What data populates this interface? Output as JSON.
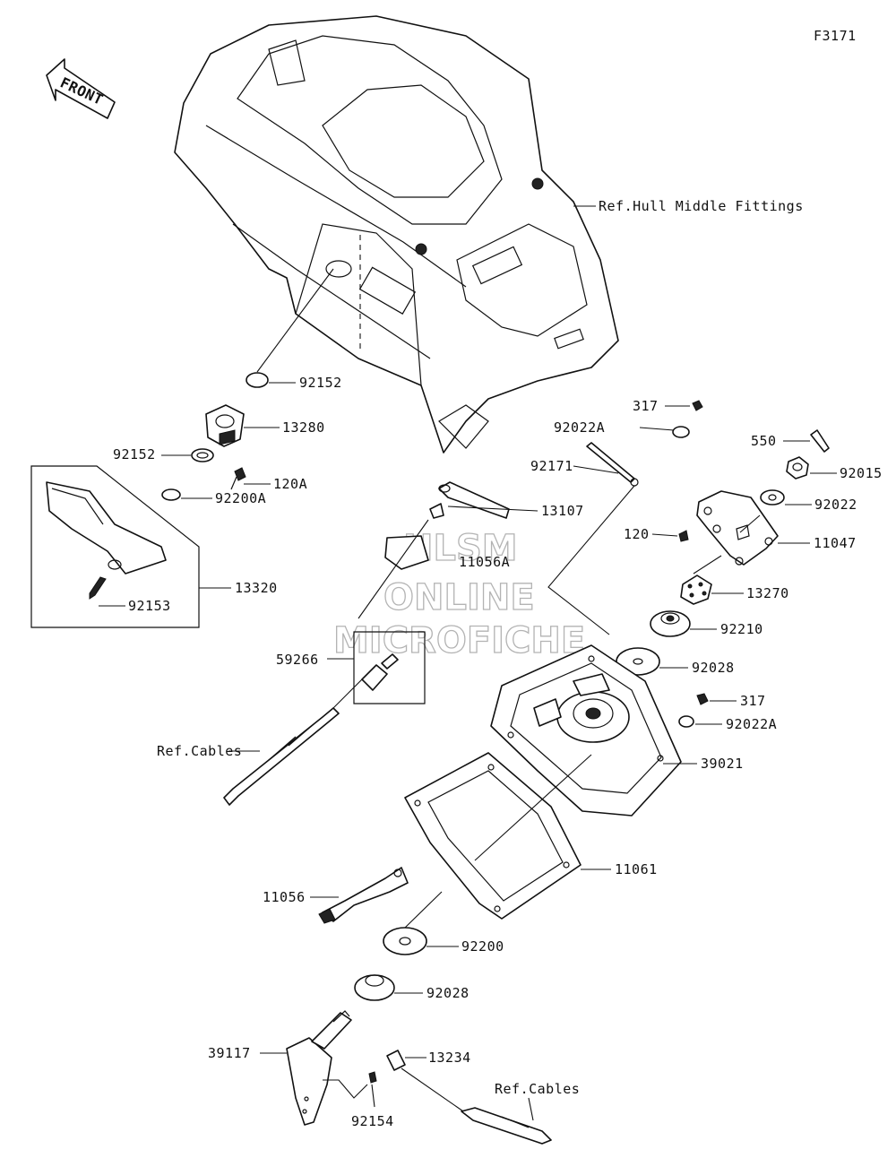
{
  "figure_code": "F3171",
  "front_arrow_label": "FRONT",
  "ref_labels": {
    "hull": "Ref.Hull Middle Fittings",
    "cables_upper": "Ref.Cables",
    "cables_lower": "Ref.Cables"
  },
  "watermark": {
    "line1": "HLSM",
    "line2": "ONLINE",
    "line3": "MICROFICHE"
  },
  "parts": [
    {
      "id": "p92152a",
      "label": "92152"
    },
    {
      "id": "p13280",
      "label": "13280"
    },
    {
      "id": "p92152b",
      "label": "92152"
    },
    {
      "id": "p120A",
      "label": "120A"
    },
    {
      "id": "p92200A",
      "label": "92200A"
    },
    {
      "id": "p13320",
      "label": "13320"
    },
    {
      "id": "p92153",
      "label": "92153"
    },
    {
      "id": "p13107",
      "label": "13107"
    },
    {
      "id": "p11056A",
      "label": "11056A"
    },
    {
      "id": "p59266",
      "label": "59266"
    },
    {
      "id": "p317a",
      "label": "317"
    },
    {
      "id": "p92022Aa",
      "label": "92022A"
    },
    {
      "id": "p92171",
      "label": "92171"
    },
    {
      "id": "p550",
      "label": "550"
    },
    {
      "id": "p92015",
      "label": "92015"
    },
    {
      "id": "p92022",
      "label": "92022"
    },
    {
      "id": "p120",
      "label": "120"
    },
    {
      "id": "p11047",
      "label": "11047"
    },
    {
      "id": "p13270",
      "label": "13270"
    },
    {
      "id": "p92210",
      "label": "92210"
    },
    {
      "id": "p92028a",
      "label": "92028"
    },
    {
      "id": "p317b",
      "label": "317"
    },
    {
      "id": "p92022Ab",
      "label": "92022A"
    },
    {
      "id": "p39021",
      "label": "39021"
    },
    {
      "id": "p11061",
      "label": "11061"
    },
    {
      "id": "p11056",
      "label": "11056"
    },
    {
      "id": "p92200",
      "label": "92200"
    },
    {
      "id": "p92028b",
      "label": "92028"
    },
    {
      "id": "p39117",
      "label": "39117"
    },
    {
      "id": "p13234",
      "label": "13234"
    },
    {
      "id": "p92154",
      "label": "92154"
    }
  ]
}
